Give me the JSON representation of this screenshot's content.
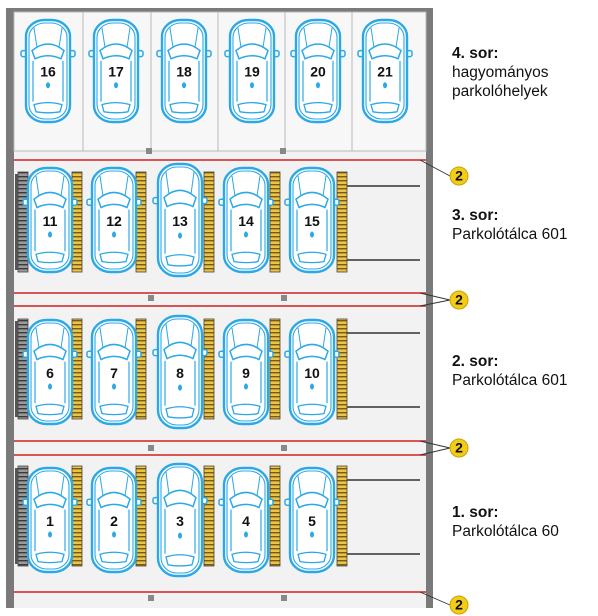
{
  "rows": [
    {
      "title": "4. sor:",
      "lines": [
        "hagyományos",
        "parkolóhelyek"
      ]
    },
    {
      "title": "3. sor:",
      "lines": [
        "Parkolótálca  601"
      ]
    },
    {
      "title": "2. sor:",
      "lines": [
        "Parkolótálca  601"
      ]
    },
    {
      "title": "1. sor:",
      "lines": [
        "Parkolótálca  60"
      ]
    }
  ],
  "spaces": {
    "row4": [
      "16",
      "17",
      "18",
      "19",
      "20",
      "21"
    ],
    "row3": [
      "11",
      "12",
      "13",
      "14",
      "15"
    ],
    "row2": [
      "6",
      "7",
      "8",
      "9",
      "10"
    ],
    "row1": [
      "1",
      "2",
      "3",
      "4",
      "5"
    ]
  },
  "marker_label": "2",
  "colors": {
    "car_outline": "#2ba8e6",
    "car_fill": "#ffffff",
    "pallet_rail": "#c8a020",
    "separator": "#cc2222",
    "marker": "#f3cc1a",
    "floor": "#f2f2f2",
    "wall": "#7a7a7a"
  }
}
